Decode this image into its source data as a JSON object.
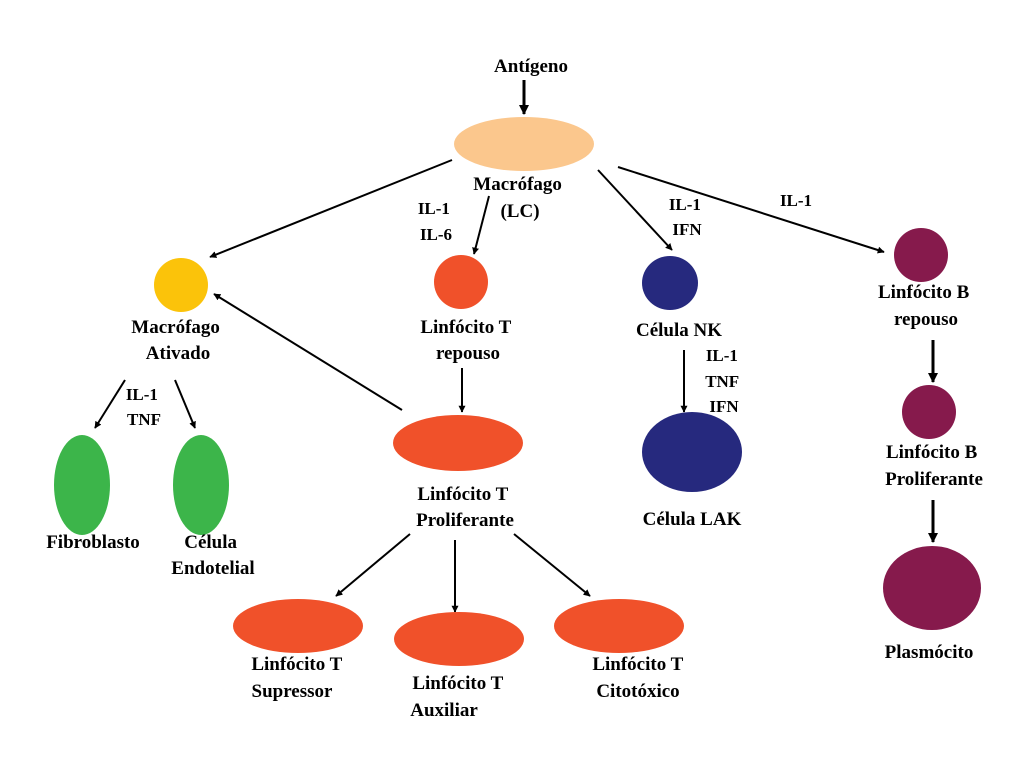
{
  "colors": {
    "macrophage": "#fbc78d",
    "activated_macrophage": "#fbc30a",
    "t_cell": "#f0512a",
    "nk_cell": "#26297e",
    "b_cell": "#861a4c",
    "green_cell": "#3cb54a"
  },
  "nodes": {
    "antigen": "Antígeno",
    "macrophage": [
      "Macrófago",
      "(LC)"
    ],
    "activated_macrophage": [
      "Macrófago",
      "Ativado"
    ],
    "t_rest": [
      "Linfócito T",
      "repouso"
    ],
    "nk": "Célula NK",
    "b_rest": [
      "Linfócito B",
      "repouso"
    ],
    "fibroblast": "Fibroblasto",
    "endothelial": [
      "Célula",
      "Endotelial"
    ],
    "t_prolif": [
      "Linfócito T",
      "Proliferante"
    ],
    "lak": "Célula LAK",
    "b_prolif": [
      "Linfócito B",
      "Proliferante"
    ],
    "t_suppressor": [
      "Linfócito T",
      "Supressor"
    ],
    "t_helper": [
      "Linfócito T",
      "Auxiliar"
    ],
    "t_cytotoxic": [
      "Linfócito T",
      "Citotóxico"
    ],
    "plasma": "Plasmócito"
  },
  "cytokines": {
    "to_t_cell": [
      "IL-1",
      "IL-6"
    ],
    "to_nk": [
      "IL-1",
      "IFN"
    ],
    "to_b_cell": "IL-1",
    "to_green_cells": [
      "IL-1",
      "TNF"
    ],
    "to_lak": [
      "IL-1",
      "TNF",
      "IFN"
    ]
  }
}
